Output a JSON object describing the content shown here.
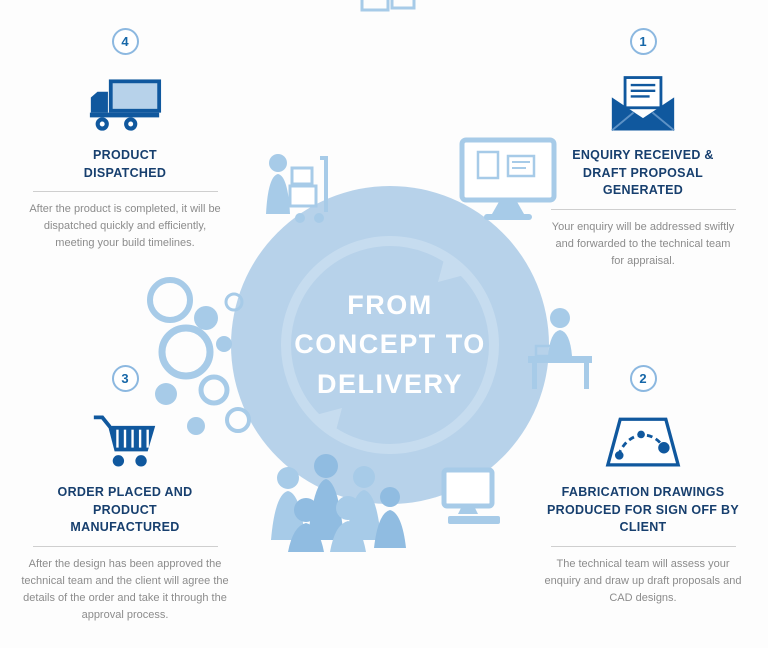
{
  "center": {
    "line1": "FROM",
    "line2": "CONCEPT TO",
    "line3": "DELIVERY"
  },
  "steps": [
    {
      "number": "1",
      "title": "ENQUIRY RECEIVED & DRAFT PROPOSAL GENERATED",
      "description": "Your enquiry will be addressed swiftly and forwarded to the technical team for appraisal.",
      "icon": "envelope-icon",
      "position": "top-right"
    },
    {
      "number": "2",
      "title": "FABRICATION DRAWINGS PRODUCED FOR SIGN OFF BY CLIENT",
      "description": "The technical team will assess your enquiry and draw up draft proposals and CAD designs.",
      "icon": "fabrication-drawing-icon",
      "position": "bottom-right"
    },
    {
      "number": "3",
      "title": "ORDER PLACED AND PRODUCT MANUFACTURED",
      "description": "After the design has been approved the technical team and the client will agree the details of the order and take it through the approval process.",
      "icon": "shopping-cart-icon",
      "position": "bottom-left"
    },
    {
      "number": "4",
      "title": "PRODUCT DISPATCHED",
      "description": "After the product is completed, it will be dispatched quickly and efficiently, meeting your build timelines.",
      "icon": "delivery-truck-icon",
      "position": "top-left"
    }
  ],
  "decor_icons": [
    "cycle-arrows-icon",
    "warehouse-trolley-icon",
    "monitor-documents-icon",
    "bubbles-icon",
    "person-at-desk-icon",
    "people-group-icon",
    "computer-icon"
  ],
  "colors": {
    "primary_blue": "#10589e",
    "title_navy": "#173f6e",
    "light_blue": "#b7d2ea",
    "decor_blue": "#a7cbe8",
    "text_gray": "#8c8c8c"
  }
}
